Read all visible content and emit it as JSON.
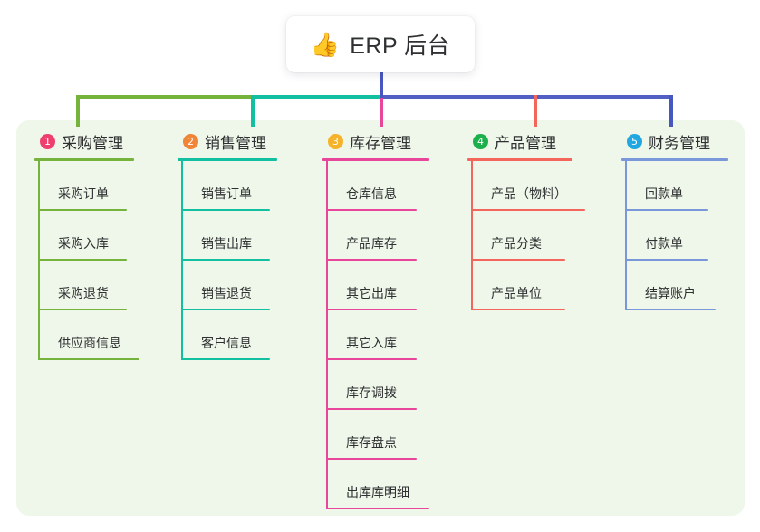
{
  "title": {
    "emoji": "👍",
    "emoji_name": "thumbs-up-icon",
    "text": "ERP 后台"
  },
  "theme": {
    "panel_background": "#eef7e9",
    "page_background": "#ffffff",
    "trunk_color": "#4756c0",
    "text_color": "#2f3032"
  },
  "columns": [
    {
      "number": "1",
      "label": "采购管理",
      "badge_color": "#ef3f6e",
      "rule_color": "#76b33d",
      "head_rule_width": 110,
      "items": [
        {
          "label": "采购订单",
          "rule_width": 98
        },
        {
          "label": "采购入库",
          "rule_width": 98
        },
        {
          "label": "采购退货",
          "rule_width": 98
        },
        {
          "label": "供应商信息",
          "rule_width": 112
        }
      ]
    },
    {
      "number": "2",
      "label": "销售管理",
      "badge_color": "#f08437",
      "rule_color": "#12bfa0",
      "head_rule_width": 110,
      "items": [
        {
          "label": "销售订单",
          "rule_width": 98
        },
        {
          "label": "销售出库",
          "rule_width": 98
        },
        {
          "label": "销售退货",
          "rule_width": 98
        },
        {
          "label": "客户信息",
          "rule_width": 98
        }
      ]
    },
    {
      "number": "3",
      "label": "库存管理",
      "badge_color": "#f6b228",
      "rule_color": "#e8469a",
      "head_rule_width": 118,
      "items": [
        {
          "label": "仓库信息",
          "rule_width": 100
        },
        {
          "label": "产品库存",
          "rule_width": 100
        },
        {
          "label": "其它出库",
          "rule_width": 100
        },
        {
          "label": "其它入库",
          "rule_width": 100
        },
        {
          "label": "库存调拨",
          "rule_width": 100
        },
        {
          "label": "库存盘点",
          "rule_width": 100
        },
        {
          "label": "出库库明细",
          "rule_width": 114
        }
      ]
    },
    {
      "number": "4",
      "label": "产品管理",
      "badge_color": "#1cb04c",
      "rule_color": "#f4665c",
      "head_rule_width": 116,
      "items": [
        {
          "label": "产品（物料）",
          "rule_width": 126
        },
        {
          "label": "产品分类",
          "rule_width": 104
        },
        {
          "label": "产品单位",
          "rule_width": 104
        }
      ]
    },
    {
      "number": "5",
      "label": "财务管理",
      "badge_color": "#22a7e0",
      "rule_color": "#7a97da",
      "head_rule_width": 118,
      "items": [
        {
          "label": "回款单",
          "rule_width": 92
        },
        {
          "label": "付款单",
          "rule_width": 92
        },
        {
          "label": "结算账户",
          "rule_width": 100
        }
      ]
    }
  ],
  "connectors": {
    "segments": [
      {
        "name": "segment-green",
        "color": "#76b33d"
      },
      {
        "name": "segment-teal",
        "color": "#12bfa0"
      },
      {
        "name": "segment-blue",
        "color": "#5260c4"
      }
    ],
    "drops": [
      "#76b33d",
      "#12bfa0",
      "#e8469a",
      "#f4665c",
      "#4756c0"
    ]
  }
}
